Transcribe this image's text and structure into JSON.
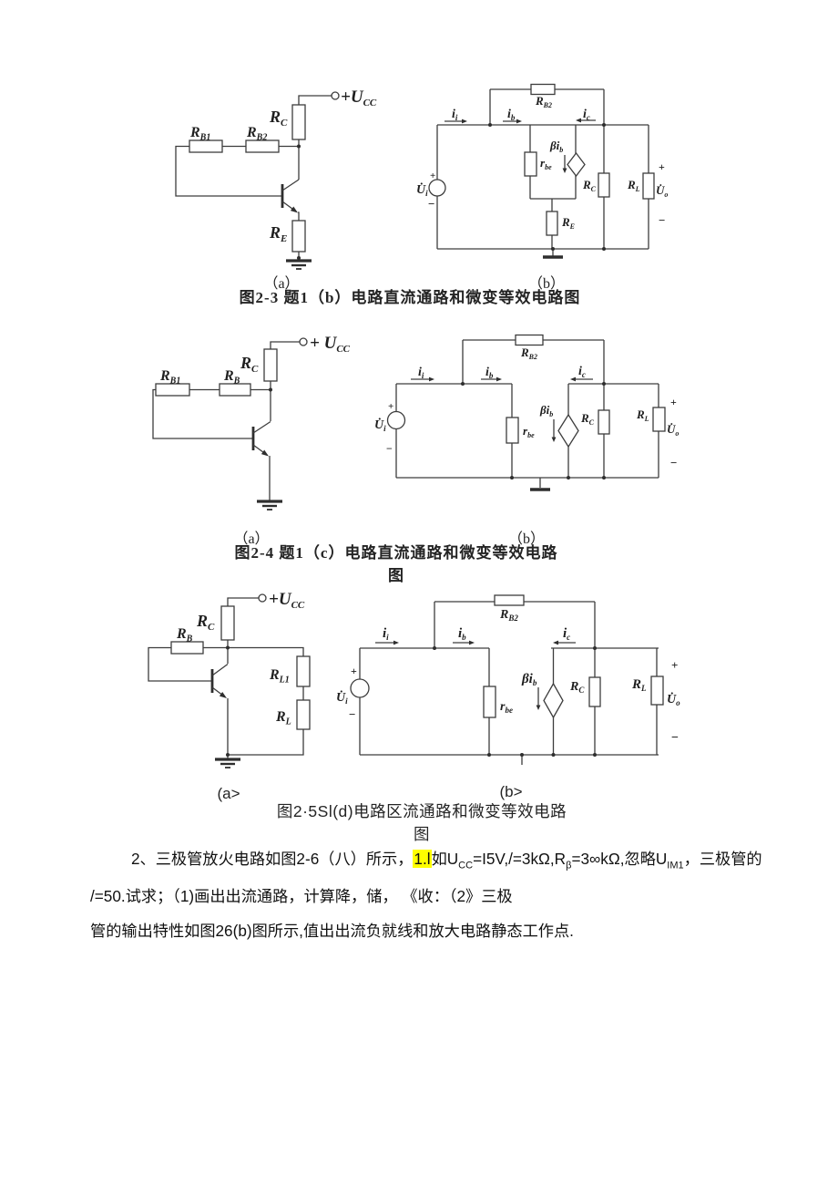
{
  "colors": {
    "highlight": "#ffff00",
    "ink": "#1c1c1c",
    "wire": "#3d3d3d"
  },
  "labels": {
    "ucc": "+U",
    "ucc_sp": "+ U",
    "ucc_sub": "CC",
    "rc": "R",
    "rc_sub": "C",
    "rb1": "R",
    "rb1_sub": "B1",
    "rb2": "R",
    "rb2_sub": "B2",
    "rb": "R",
    "rb_sub": "B",
    "re": "R",
    "re_sub": "E",
    "rl": "R",
    "rl_sub": "L",
    "rl1": "R",
    "rl1_sub": "L1",
    "rbe": "r",
    "rbe_sub": "be",
    "ii": "i",
    "ii_sub": "i",
    "ib": "i",
    "ib_sub": "b",
    "ic": "i",
    "ic_sub": "c",
    "ui": "U̇",
    "ui_sub": "i",
    "uo": "U̇",
    "uo_sub": "o",
    "bib": "βi",
    "bib_sub": "b",
    "plus": "+",
    "minus": "−"
  },
  "figures": [
    {
      "tag_a": "（a）",
      "tag_b": "（b）",
      "caption": "图2-3 题1（b）电路直流通路和微变等效电路图"
    },
    {
      "tag_a": "（a）",
      "tag_b": "（b）",
      "caption": "图2-4 题1（c）电路直流通路和微变等效电路图"
    },
    {
      "tag_a": "(a>",
      "tag_b": "(b>",
      "caption": "图2·5Sl(d)电路区流通路和微变等效电路图"
    }
  ],
  "paragraph": {
    "lead": "2、三极管放火电路如图2-6（八）所示，",
    "highlight": "1.l",
    "f1": "如U",
    "f1_sub": "CC",
    "f2": "=I5V,/=3kΩ,R",
    "f2_sub": "β",
    "f3": "=3∞kΩ,忽略U",
    "f3_sub": "IM1",
    "f4": "，三极管的",
    "line2": "/=50.试求；（1)画出出流通路，计算降，储， 《收：（2》三极",
    "line3": "管的输出特性如图26(b)图所示,值出出流负就线和放大电路静态工作点."
  }
}
